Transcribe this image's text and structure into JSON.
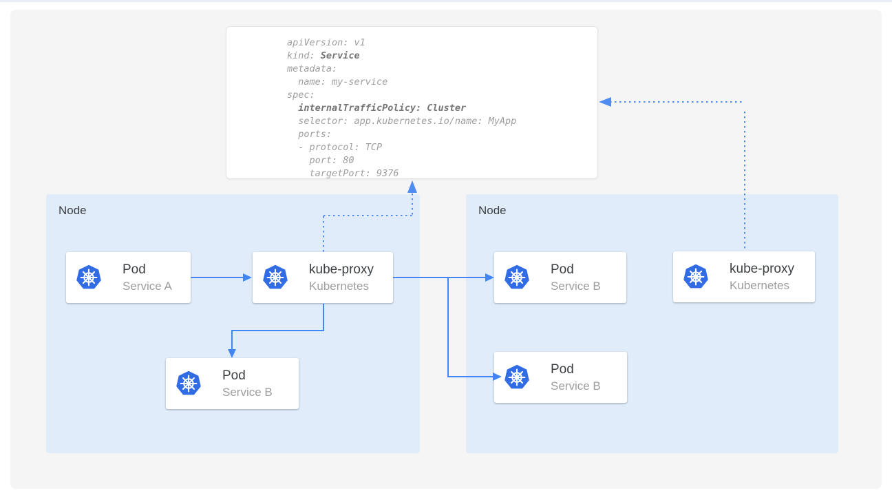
{
  "yaml_card": {
    "lines": {
      "l1": "apiVersion: v1",
      "l2_pre": "kind: ",
      "l2_bold": "Service",
      "l3": "metadata:",
      "l4": "  name: my-service",
      "l5": "spec:",
      "l6_pre": "  ",
      "l6_bold": "internalTrafficPolicy: Cluster",
      "l7": "  selector: app.kubernetes.io/name: MyApp",
      "l8": "  ports:",
      "l9": "  - protocol: TCP",
      "l10": "    port: 80",
      "l11": "    targetPort: 9376"
    }
  },
  "nodes": [
    {
      "label": "Node"
    },
    {
      "label": "Node"
    }
  ],
  "cards": [
    {
      "title": "Pod",
      "subtitle": "Service A"
    },
    {
      "title": "kube-proxy",
      "subtitle": "Kubernetes"
    },
    {
      "title": "Pod",
      "subtitle": "Service B"
    },
    {
      "title": "Pod",
      "subtitle": "Service B"
    },
    {
      "title": "kube-proxy",
      "subtitle": "Kubernetes"
    },
    {
      "title": "Pod",
      "subtitle": "Service B"
    }
  ],
  "icons": [
    {
      "name": "kubernetes-icon",
      "shape": "blue heptagon with white helm wheel"
    }
  ],
  "colors": {
    "solid_arrow": "#4285f4",
    "dotted_arrow": "#4f8cf2",
    "kubernetes_blue": "#326ce5",
    "node_background": "#e0ecfa",
    "panel_background": "#f5f5f6",
    "yaml_text": "#9e9e9e",
    "yaml_bold_text": "#757575",
    "card_title_text": "#3c4043",
    "card_subtitle_text": "#9e9e9e"
  }
}
